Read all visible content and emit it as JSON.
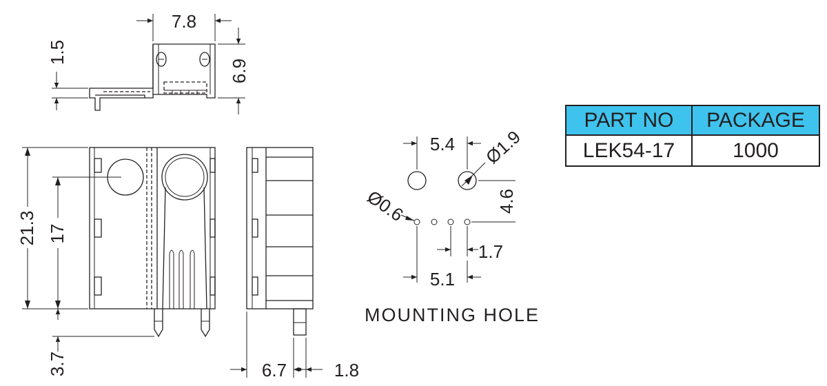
{
  "table": {
    "header_part": "PART NO",
    "header_package": "PACKAGE",
    "part_no": "LEK54-17",
    "package": "1000",
    "header_color": "#3ec3ee"
  },
  "dims": {
    "top_width": "7.8",
    "top_height": "6.9",
    "top_left": "1.5",
    "body_height": "21.3",
    "center_height": "17",
    "pin_length": "3.7",
    "side_depth": "6.7",
    "side_pin": "1.8",
    "hole_spacing": "5.4",
    "hole_dia": "Ø1.9",
    "hole_vertical": "4.6",
    "pin_hole_dia": "Ø0.6",
    "pin_pitch": "1.7",
    "pin_span": "5.1"
  },
  "caption": "MOUNTING HOLE",
  "colors": {
    "line": "#231f20"
  }
}
